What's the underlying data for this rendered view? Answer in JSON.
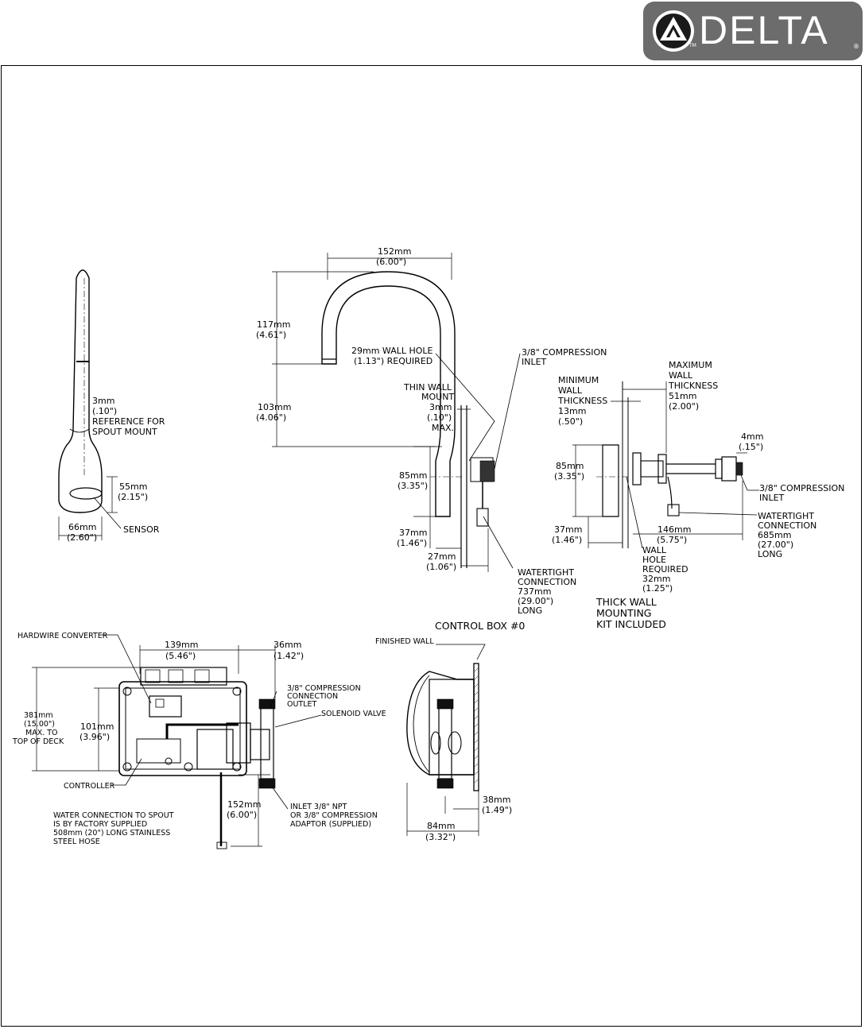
{
  "logo": {
    "text": "DELTA",
    "tm": "TM",
    "reg": "®",
    "colors": {
      "badge": "#6c6c6c",
      "text": "#ffffff"
    }
  },
  "labels": {
    "spout_ref_mm": "3mm",
    "spout_ref_in": "(.10\")",
    "spout_ref_a": "REFERENCE FOR",
    "spout_ref_b": "SPOUT MOUNT",
    "front_h_mm": "55mm",
    "front_h_in": "(2.15\")",
    "front_w_mm": "66mm",
    "front_w_in": "(2.60\")",
    "sensor": "SENSOR",
    "reach_mm": "152mm",
    "reach_in": "(6.00\")",
    "gooseneck_h_mm": "117mm",
    "gooseneck_h_in": "(4.61\")",
    "spout_h_mm": "103mm",
    "spout_h_in": "(4.06\")",
    "hole_a": "29mm  WALL  HOLE",
    "hole_b": "(1.13\")  REQUIRED",
    "comp_inlet_a": "3/8\"  COMPRESSION",
    "comp_inlet_b": "INLET",
    "thin_wall_a": "THIN  WALL",
    "thin_wall_b": "MOUNT",
    "thin_mm": "3mm",
    "thin_in": "(.10\")",
    "thin_max": "MAX.",
    "base_h_mm": "85mm",
    "base_h_in": "(3.35\")",
    "base_d_mm": "37mm",
    "base_d_in": "(1.46\")",
    "proj_mm": "27mm",
    "proj_in": "(1.06\")",
    "wt1_a": "WATERTIGHT",
    "wt1_b": "CONNECTION",
    "wt1_c": "737mm",
    "wt1_d": "(29.00\")",
    "wt1_e": "LONG",
    "min_wall_a": "MINIMUM",
    "min_wall_b": "WALL",
    "min_wall_c": "THICKNESS",
    "min_wall_d": "13mm",
    "min_wall_e": "(.50\")",
    "max_wall_a": "MAXIMUM",
    "max_wall_b": "WALL",
    "max_wall_c": "THICKNESS",
    "max_wall_d": "51mm",
    "max_wall_e": "(2.00\")",
    "tw_h_mm": "85mm",
    "tw_h_in": "(3.35\")",
    "tw_d_mm": "37mm",
    "tw_d_in": "(1.46\")",
    "fit_mm": "4mm",
    "fit_in": "(.15\")",
    "comp2_a": "3/8\"  COMPRESSION",
    "comp2_b": "INLET",
    "wt2_a": "WATERTIGHT",
    "wt2_b": "CONNECTION",
    "wt2_c": "685mm",
    "wt2_d": "(27.00\")",
    "wt2_e": "LONG",
    "kit_len_mm": "146mm",
    "kit_len_in": "(5.75\")",
    "wall_hole_a": "WALL",
    "wall_hole_b": "HOLE",
    "wall_hole_c": "REQUIRED",
    "wall_hole_d": "32mm",
    "wall_hole_e": "(1.25\")",
    "kit_a": "THICK  WALL",
    "kit_b": "MOUNTING",
    "kit_c": "KIT  INCLUDED",
    "hardwire": "HARDWIRE  CONVERTER",
    "box_w_mm": "139mm",
    "box_w_in": "(5.46\")",
    "valve_w_mm": "36mm",
    "valve_w_in": "(1.42\")",
    "outlet_a": "3/8\"  COMPRESSION",
    "outlet_b": "CONNECTION",
    "outlet_c": "OUTLET",
    "solenoid": "SOLENOID  VALVE",
    "max_a": "381mm",
    "max_b": "(15.00\")",
    "max_c": "MAX.  TO",
    "max_d": "TOP  OF  DECK",
    "box_h_mm": "101mm",
    "box_h_in": "(3.96\")",
    "controller": "CONTROLLER",
    "cable_mm": "152mm",
    "cable_in": "(6.00\")",
    "inlet_a": "INLET  3/8\"  NPT",
    "inlet_b": "OR  3/8\"  COMPRESSION",
    "inlet_c": "ADAPTOR  (SUPPLIED)",
    "hose_a": "WATER  CONNECTION  TO  SPOUT",
    "hose_b": "IS  BY  FACTORY  SUPPLIED",
    "hose_c": "508mm  (20\")  LONG  STAINLESS",
    "hose_d": "STEEL  HOSE",
    "cb_title": "CONTROL  BOX  #0",
    "finished_wall": "FINISHED  WALL",
    "cb_off_mm": "38mm",
    "cb_off_in": "(1.49\")",
    "cb_d_mm": "84mm",
    "cb_d_in": "(3.32\")"
  }
}
